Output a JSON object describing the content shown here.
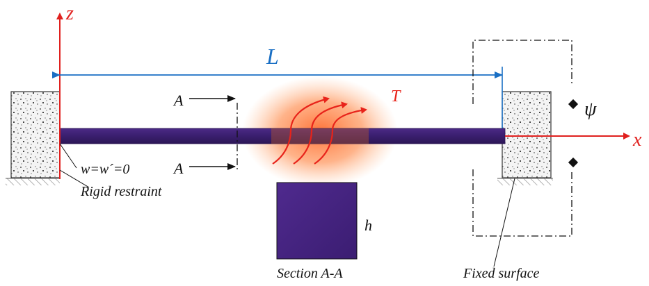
{
  "axes": {
    "z_label": "z",
    "x_label": "x"
  },
  "dimension": {
    "length_label": "L"
  },
  "temperature": {
    "label": "T"
  },
  "section_marks": {
    "top_label": "A",
    "bottom_label": "A"
  },
  "boundary": {
    "condition_label": "w=w´=0",
    "restraint_label": "Rigid restraint",
    "fixed_surface_label": "Fixed surface",
    "spring_label": "ψ"
  },
  "cross_section": {
    "height_label": "h",
    "caption": "Section A-A"
  },
  "colors": {
    "axis": "#e0201e",
    "dimension": "#1a6fc4",
    "beam": "#3a1f6e",
    "heat_glow": "#ff7a3a",
    "heat_arrow": "#e8231a",
    "text": "#111111"
  }
}
